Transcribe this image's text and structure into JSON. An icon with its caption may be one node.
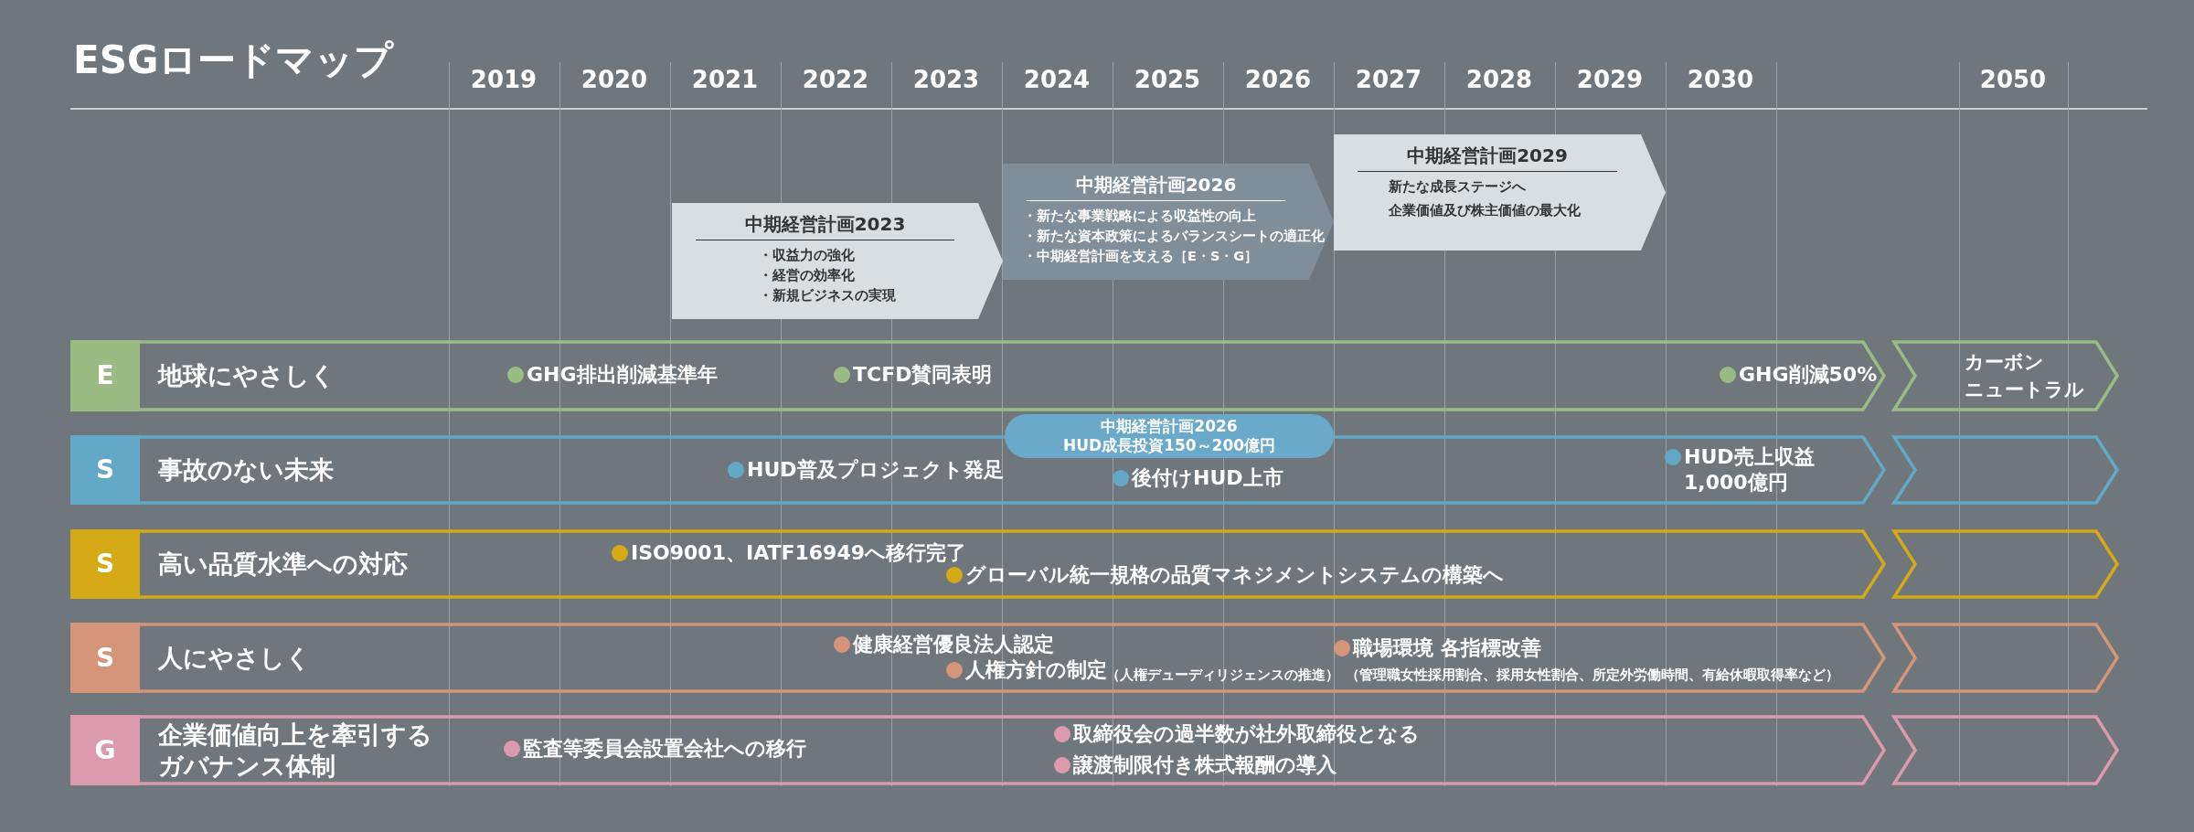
{
  "diagram": {
    "title": "ESGロードマップ",
    "nodes": [
      {
        "text": [
          "中期経営計画2023",
          "・収益力の強化",
          "・経営の効率化",
          "・新規ビジネスの実現"
        ]
      },
      {
        "text": [
          "中期経営計画2026",
          "・新たな事業戦略による収益性の向上",
          "・新たな資本政策によるバランスシートの適正化",
          "・中期経営計画を支える［E・S・G］"
        ]
      },
      {
        "text": [
          "中期経営計画2029",
          "新たな成長ステージへ",
          "企業価値及び株主価値の最大化"
        ]
      },
      {
        "text": [
          "E",
          "地球にやさしく",
          "GHG排出削減基準年",
          "TCFD賛同表明",
          "GHG削減50%"
        ]
      },
      {
        "text": [
          "カーボンニュートラル"
        ]
      },
      {
        "text": [
          "中期経営計画2026 HUD成長投資150～200億円"
        ]
      },
      {
        "text": [
          "S",
          "事故のない未来",
          "HUD普及プロジェクト発足",
          "後付けHUD上市",
          "HUD売上収益 1,000億円"
        ]
      },
      {
        "text": [],
        "shape": "chevron"
      },
      {
        "text": [
          "S",
          "高い品質水準への対応",
          "ISO9001、IATF16949へ移行完了",
          "グローバル統一規格の品質マネジメントシステムの構築へ"
        ]
      },
      {
        "text": [],
        "shape": "chevron"
      },
      {
        "text": [
          "S",
          "人にやさしく",
          "健康経営優良法人認定",
          "人権方針の制定",
          "（人権デューディリジェンスの推進）",
          "職場環境 各指標改善",
          "（管理職女性採用割合、採用女性割合、所定外労働時間、有給休暇取得率など）"
        ]
      },
      {
        "text": [],
        "shape": "chevron"
      },
      {
        "text": [
          "G",
          "企業価値向上を牽引するガバナンス体制",
          "監査等委員会設置会社への移行",
          "取締役会の過半数が社外取締役となる",
          "譲渡制限付き株式報酬の導入"
        ]
      },
      {
        "text": [],
        "shape": "chevron"
      }
    ],
    "edges": [],
    "labels": [
      "2019",
      "2020",
      "2021",
      "2022",
      "2023",
      "2024",
      "2025",
      "2026",
      "2027",
      "2028",
      "2029",
      "2030",
      "2050"
    ]
  }
}
